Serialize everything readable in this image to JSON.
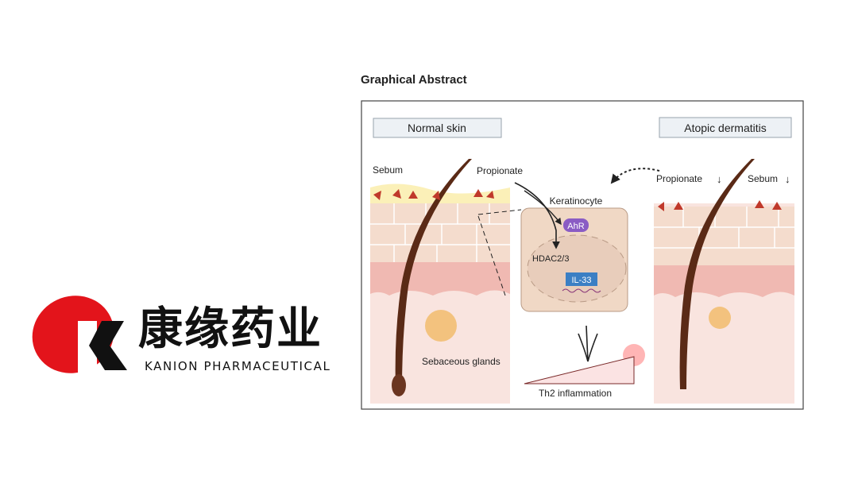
{
  "logo": {
    "name_cn": "康缘药业",
    "name_en": "KANION PHARMACEUTICAL",
    "brand_color": "#e3141b"
  },
  "abstract": {
    "title": "Graphical Abstract",
    "panel_left_title": "Normal skin",
    "panel_right_title": "Atopic dermatitis",
    "left_labels": {
      "sebum": "Sebum",
      "propionate": "Propionate",
      "glands": "Sebaceous glands"
    },
    "right_labels": {
      "propionate": "Propionate",
      "sebum": "Sebum"
    },
    "cell": {
      "title": "Keratinocyte",
      "receptor": "AhR",
      "enzyme": "HDAC2/3",
      "cytokine": "IL-33"
    },
    "outcome": "Th2 inflammation",
    "colors": {
      "skin": "#f9e4df",
      "dermis": "#f2b9b3",
      "cell": "#f0d8c5",
      "hair": "#5a2a16",
      "ahr": "#8a5cc4",
      "il33": "#3b7fc4",
      "propionate": "#c0392b"
    }
  }
}
